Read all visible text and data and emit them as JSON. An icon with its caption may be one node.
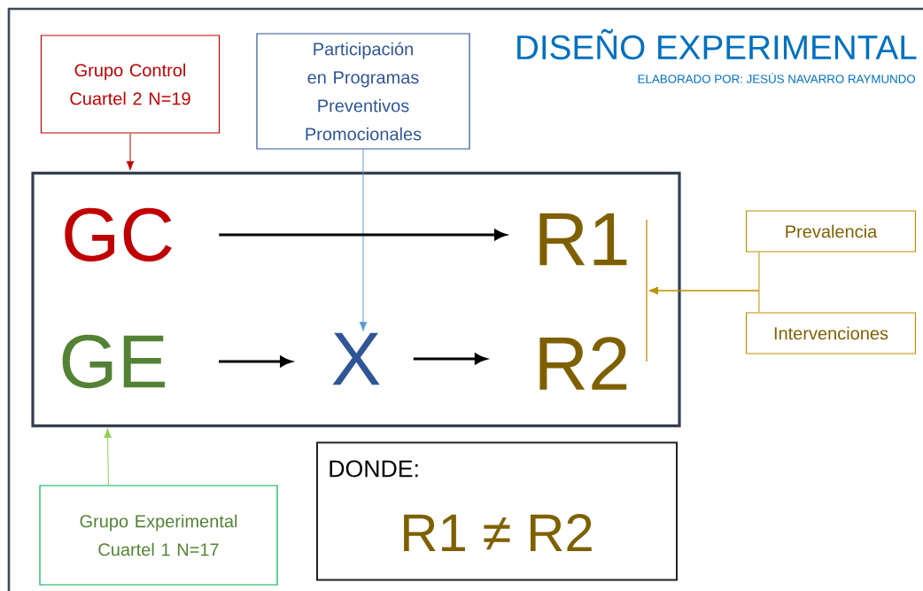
{
  "diagram": {
    "title": "DISEÑO EXPERIMENTAL",
    "nodes": [
      {
        "text": [
          "Grupo Control Cuartel 2 N=19"
        ]
      },
      {
        "text": [
          "Participación en Programas Preventivos Promocionales"
        ]
      },
      {
        "text": [],
        "shape": "box"
      },
      {
        "text": [
          "GC"
        ],
        "in": 2
      },
      {
        "text": [
          "R1"
        ],
        "in": 2
      },
      {
        "text": [
          "GE"
        ],
        "in": 2
      },
      {
        "text": [
          "X"
        ],
        "in": 2
      },
      {
        "text": [
          "R2"
        ],
        "in": 2
      },
      {
        "text": [],
        "shape": "bar",
        "in": 2
      },
      {
        "text": [
          "Prevalencia"
        ]
      },
      {
        "text": [
          "Intervenciones"
        ]
      },
      {
        "text": [
          "Grupo Experimental Cuartel 1 N=17"
        ]
      },
      {
        "text": [
          "DONDE:",
          "R1 ≠ R2"
        ]
      }
    ],
    "edges": [
      {
        "from": 0,
        "to": 2,
        "arrow": "to",
        "color": "#c00000"
      },
      {
        "from": 1,
        "to": 6,
        "arrow": "to",
        "color": "#5b9bd5"
      },
      {
        "from": 3,
        "to": 4,
        "arrow": "to",
        "style": "thick"
      },
      {
        "from": 5,
        "to": 6,
        "arrow": "to",
        "style": "thick"
      },
      {
        "from": 6,
        "to": 7,
        "arrow": "to",
        "style": "thick"
      },
      {
        "from": 9,
        "to": 8,
        "arrow": "to",
        "color": "#bf9000"
      },
      {
        "from": 10,
        "to": 8,
        "arrow": "to",
        "color": "#bf9000"
      },
      {
        "from": 11,
        "to": 2,
        "arrow": "to",
        "color": "#92d050"
      }
    ],
    "labels": [
      "ELABORADO POR: JESÚS NAVARRO RAYMUNDO"
    ]
  }
}
